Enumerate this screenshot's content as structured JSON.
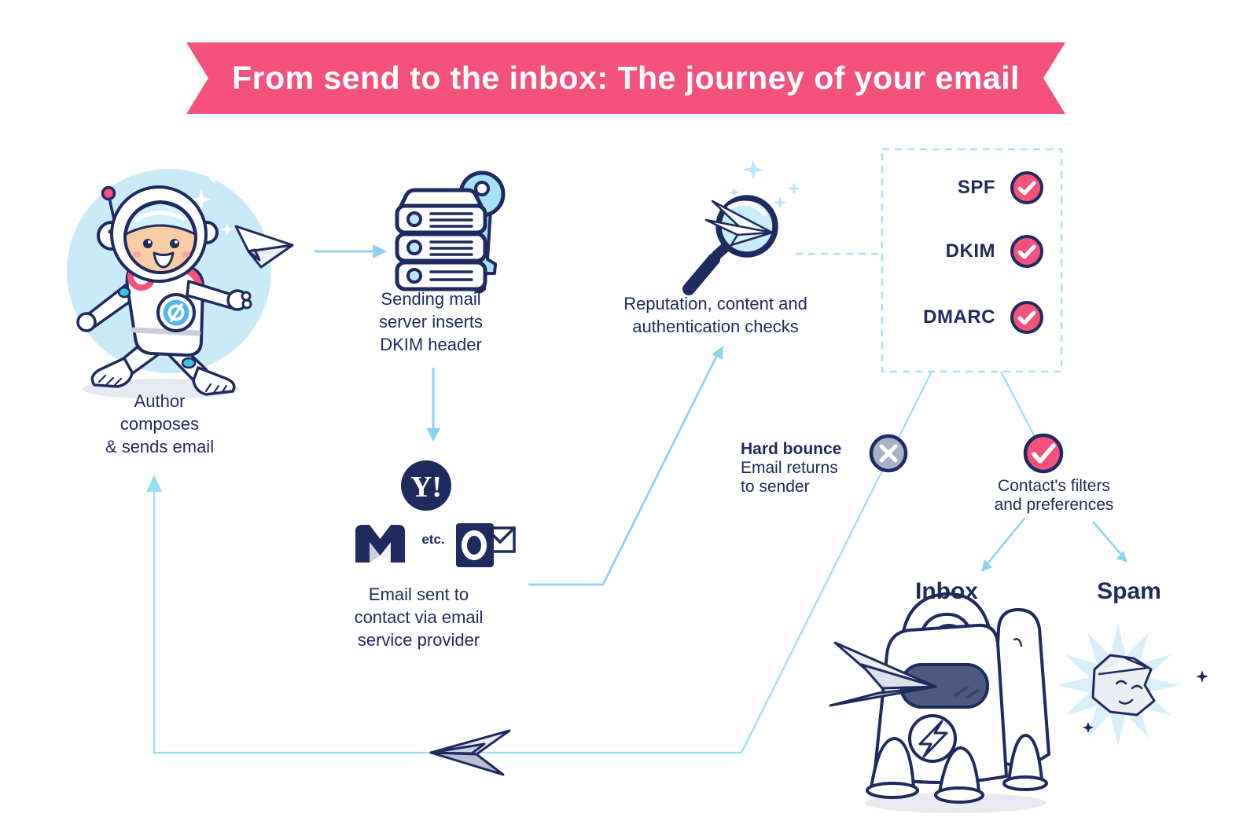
{
  "banner": {
    "title": "From send to the inbox: The journey of your email",
    "bg_color": "#F4527D",
    "text_color": "#FFFFFF"
  },
  "colors": {
    "accent_pink": "#F4527D",
    "navy": "#1F2A5E",
    "arrow_blue": "#8FD2F0",
    "dash_blue": "#ACE0F5",
    "pale_blue_circle": "#CBEAF8",
    "key_blue": "#A9E0F6",
    "bounce_gray": "#A9B1C7"
  },
  "nodes": {
    "author": {
      "caption_lines": [
        "Author",
        "composes",
        "& sends email"
      ]
    },
    "server": {
      "caption_lines": [
        "Sending mail",
        "server inserts",
        "DKIM header"
      ]
    },
    "esp": {
      "caption_lines": [
        "Email sent to",
        "contact via email",
        "service provider"
      ],
      "etc_label": "etc.",
      "yahoo_label": "Y!"
    },
    "checks": {
      "caption_lines": [
        "Reputation, content and",
        "authentication checks"
      ]
    },
    "auth_box": {
      "items": [
        {
          "label": "SPF",
          "status": "pass"
        },
        {
          "label": "DKIM",
          "status": "pass"
        },
        {
          "label": "DMARC",
          "status": "pass"
        }
      ]
    },
    "hard_bounce": {
      "title": "Hard bounce",
      "lines": [
        "Email returns",
        "to sender"
      ]
    },
    "contact_filters": {
      "caption_lines": [
        "Contact's filters",
        "and preferences"
      ]
    },
    "inbox": {
      "label": "Inbox"
    },
    "spam": {
      "label": "Spam"
    }
  }
}
